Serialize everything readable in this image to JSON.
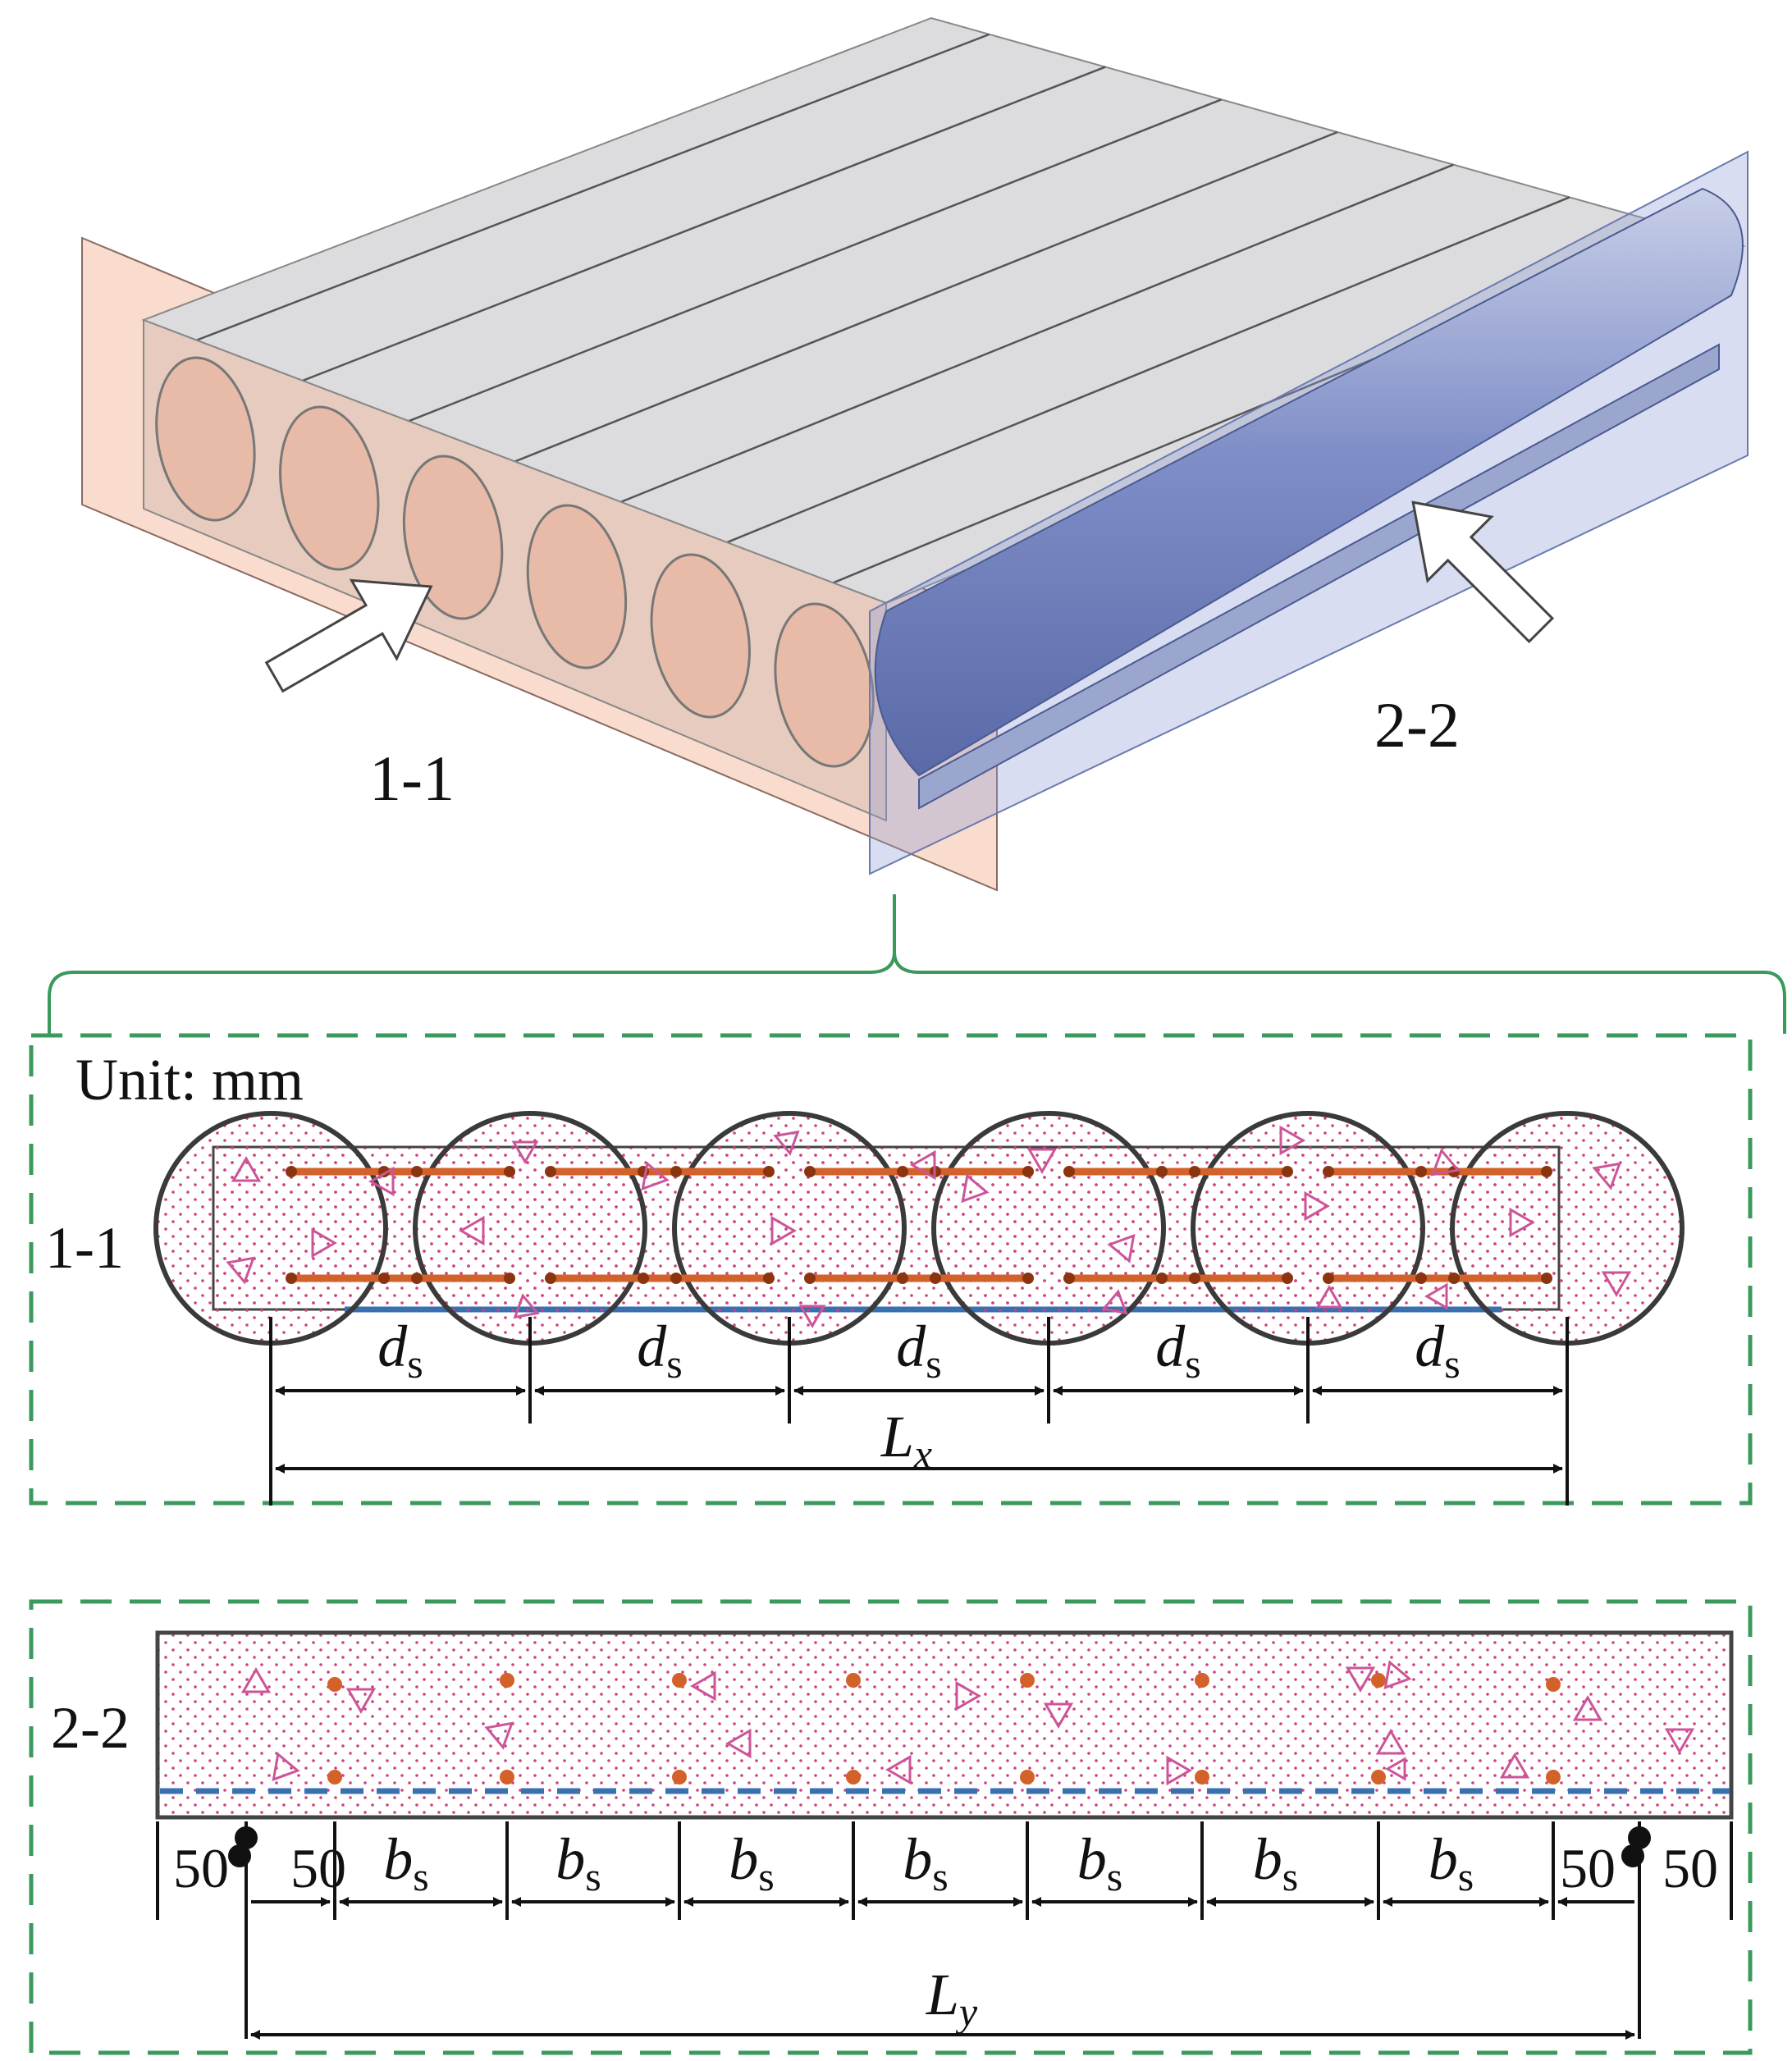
{
  "view3d": {
    "section_a_label": "1-1",
    "section_b_label": "2-2",
    "section_a_plane_color": "#f4bfa6",
    "section_b_plane_color": "#8e9fd8",
    "slab_color": "#dcdcde"
  },
  "section_1_1": {
    "unit_label": "Unit: mm",
    "label": "1-1",
    "spacing_symbol": "d",
    "spacing_subscript": "s",
    "spacing_count": 5,
    "total_symbol": "L",
    "total_subscript": "x",
    "log_count": 6
  },
  "section_2_2": {
    "label": "2-2",
    "end_distance": "50",
    "spacing_symbol": "b",
    "spacing_subscript": "s",
    "spacing_count": 7,
    "total_symbol": "L",
    "total_subscript": "y"
  },
  "colors": {
    "frame_green": "#3a9a5c",
    "rebar_orange": "#d2622a",
    "concrete_dots": "#d04080",
    "aggregate_triangles": "#cc5599",
    "bottom_rebar_blue": "#3a6fb0"
  }
}
